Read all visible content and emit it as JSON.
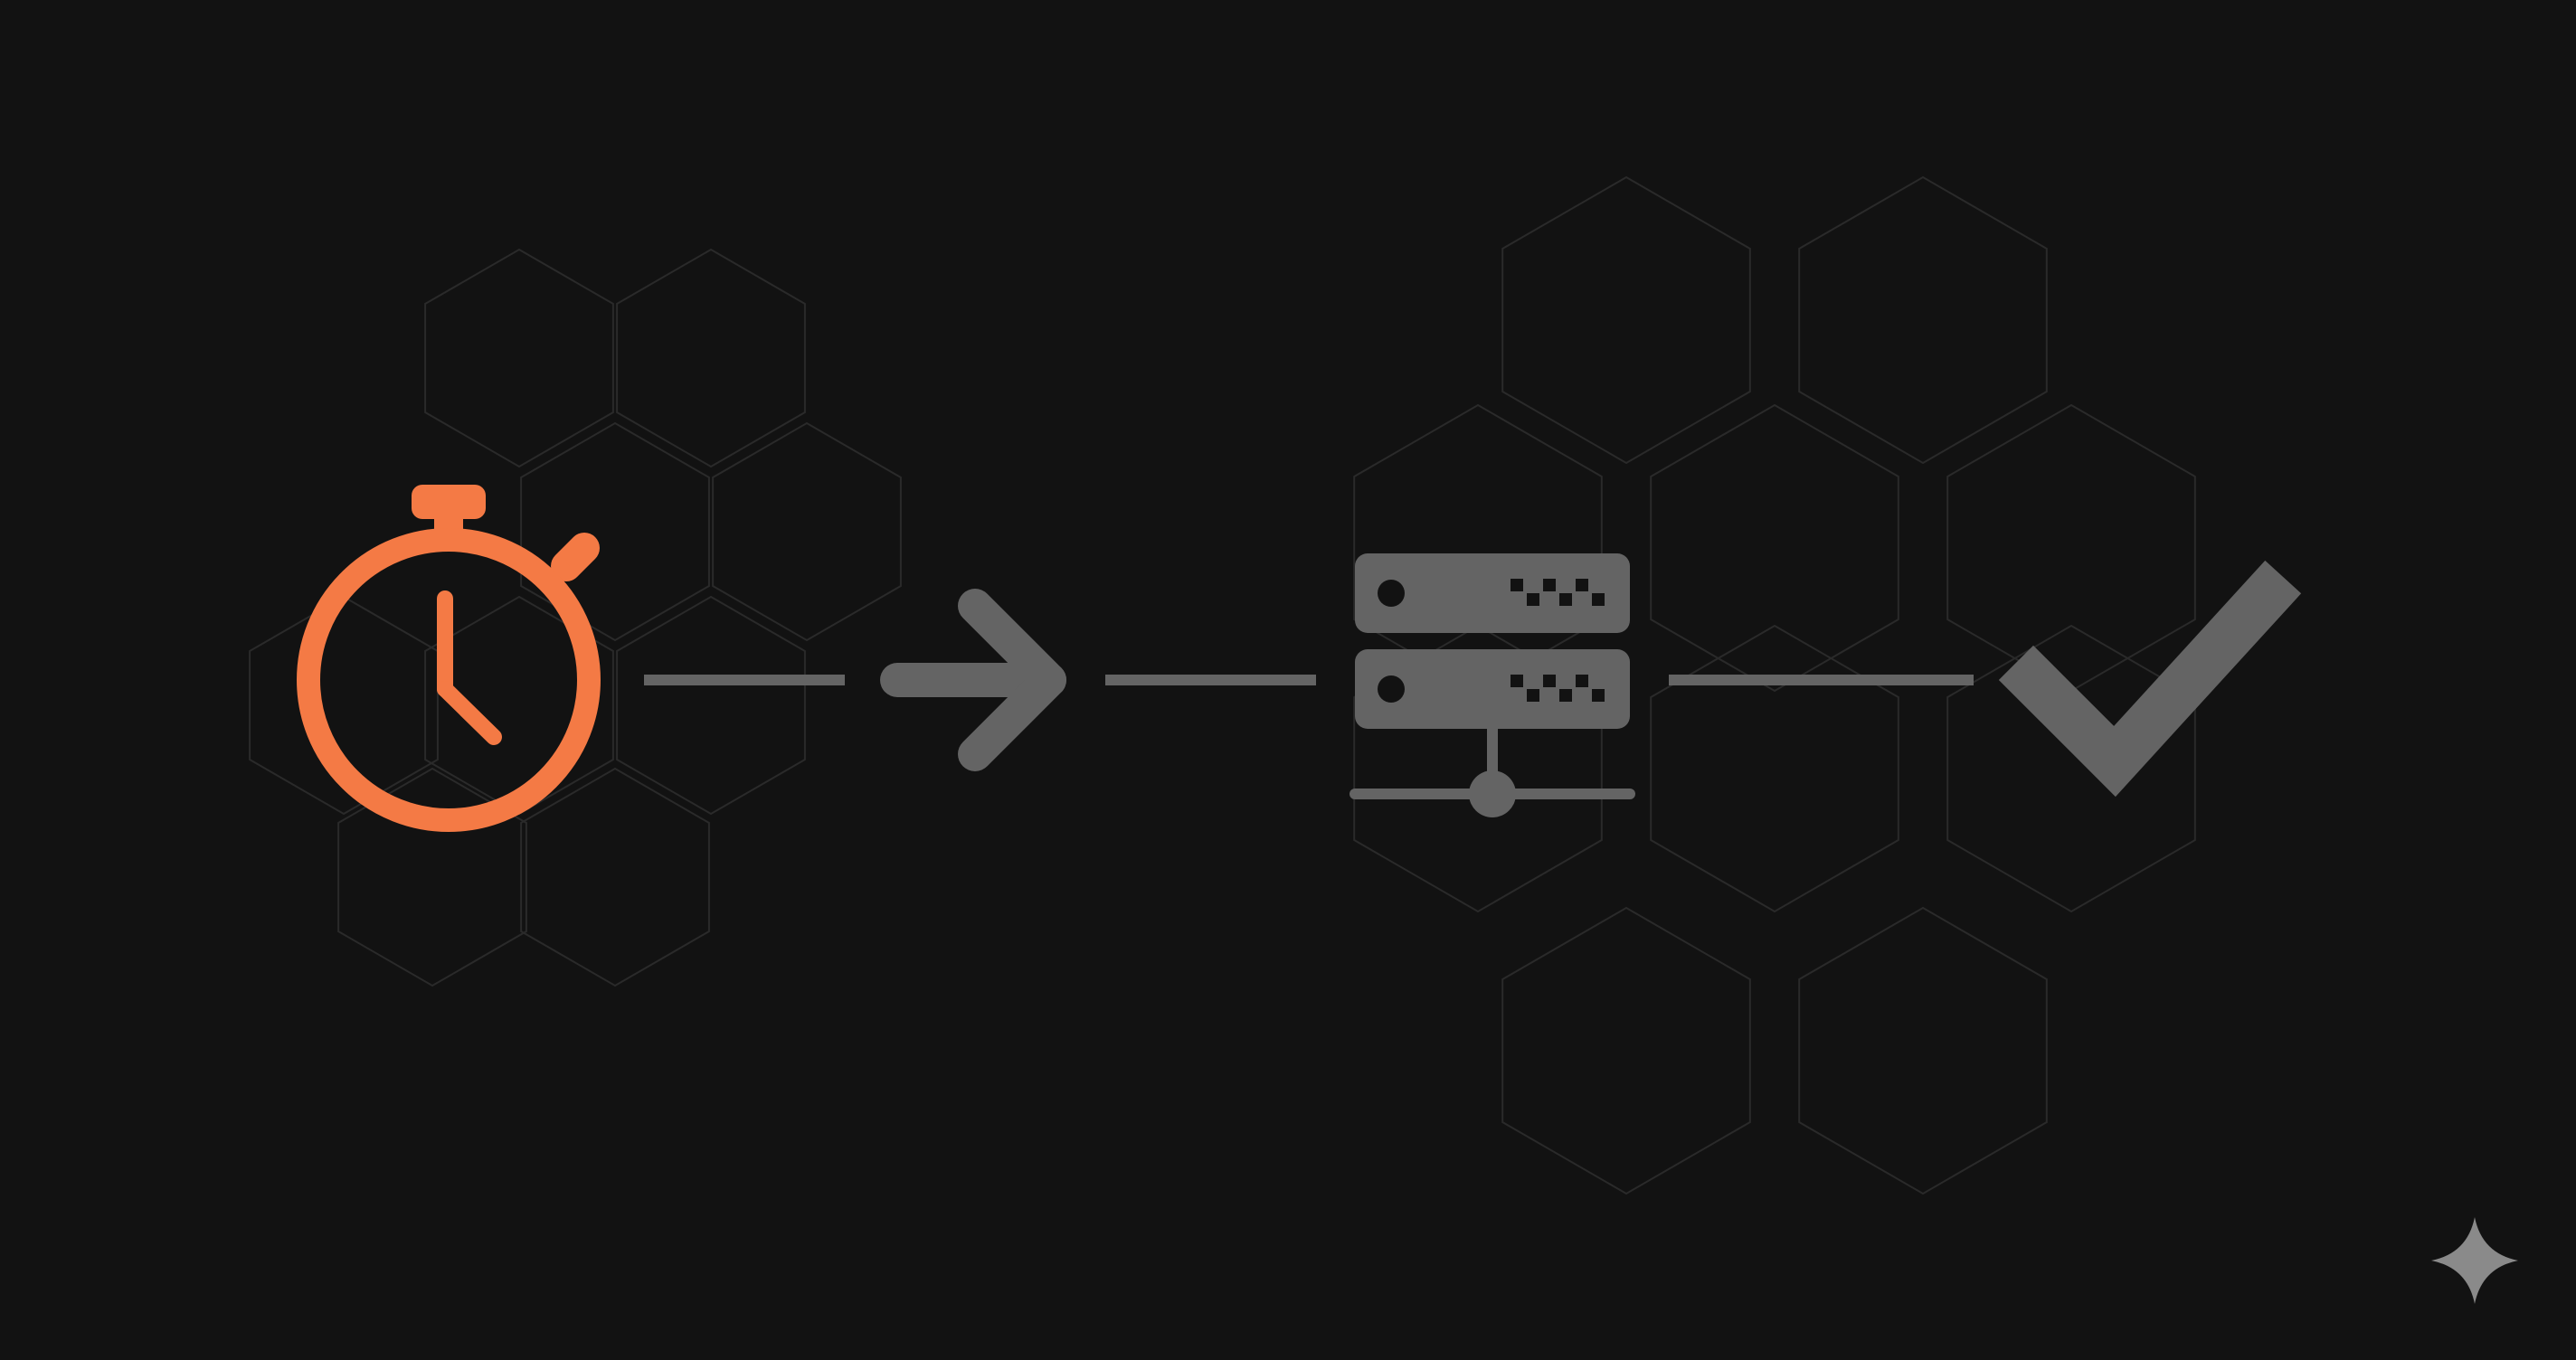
{
  "colors": {
    "background": "#121212",
    "accent": "#f47a45",
    "icon_gray": "#646464",
    "hex_outline": "#2a2a2a",
    "sparkle": "#8a8a8a"
  },
  "diagram": {
    "nodes": [
      {
        "icon": "stopwatch-icon",
        "color": "accent"
      },
      {
        "icon": "arrow-right-icon",
        "color": "icon_gray"
      },
      {
        "icon": "server-icon",
        "color": "icon_gray"
      },
      {
        "icon": "checkmark-icon",
        "color": "icon_gray"
      }
    ],
    "connectors": 3,
    "background_pattern": "hexagon-grid"
  },
  "watermark": {
    "icon": "sparkle-icon"
  }
}
